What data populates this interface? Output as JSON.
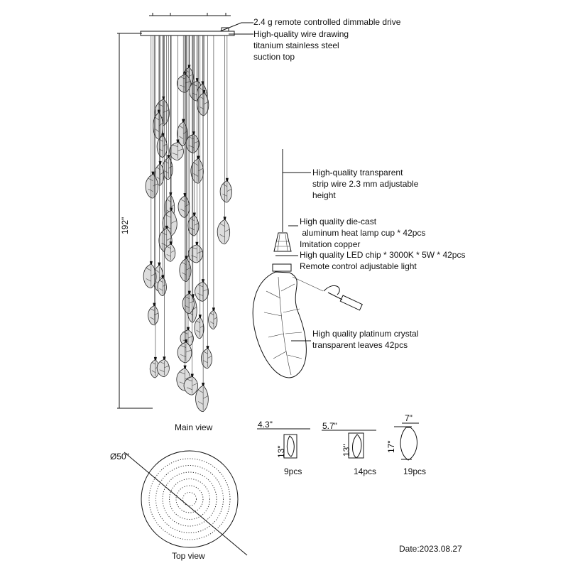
{
  "callouts": {
    "drive": "2.4 g remote controlled dimmable drive",
    "top": [
      "High-quality wire drawing",
      "titanium stainless steel",
      "suction top"
    ],
    "wire": [
      "High-quality transparent",
      "strip wire 2.3 mm adjustable",
      "height"
    ],
    "cup": [
      "High quality die-cast",
      " aluminum heat lamp cup * 42pcs",
      "Imitation copper"
    ],
    "led": [
      "High quality LED chip * 3000K * 5W * 42pcs",
      "Remote control adjustable light"
    ],
    "leaf": [
      "High quality platinum crystal",
      "transparent leaves 42pcs"
    ]
  },
  "dimensions": {
    "height": "192\"",
    "diameter": "Ø50\""
  },
  "views": {
    "main": "Main view",
    "top": "Top view"
  },
  "leaf_sizes": [
    {
      "width": "4.3\"",
      "height": "13\"",
      "count": "9pcs"
    },
    {
      "width": "5.7\"",
      "height": "13\"",
      "count": "14pcs"
    },
    {
      "width": "7\"",
      "height": "17\"",
      "count": "19pcs"
    }
  ],
  "date": "Date:2023.08.27"
}
